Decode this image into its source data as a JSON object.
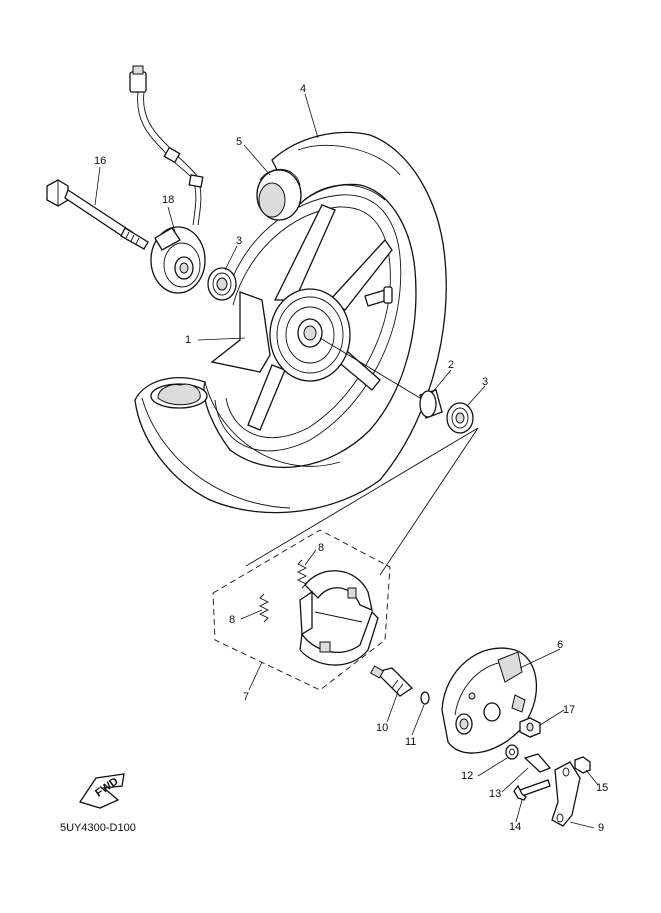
{
  "diagram_code": "5UY4300-D100",
  "fwd_label": "FWD",
  "callouts": {
    "c1": "1",
    "c2": "2",
    "c3a": "3",
    "c3b": "3",
    "c4": "4",
    "c5": "5",
    "c6": "6",
    "c7": "7",
    "c8a": "8",
    "c8b": "8",
    "c9": "9",
    "c10": "10",
    "c11": "11",
    "c12": "12",
    "c13": "13",
    "c14": "14",
    "c15": "15",
    "c16": "16",
    "c17": "17",
    "c18": "18"
  }
}
